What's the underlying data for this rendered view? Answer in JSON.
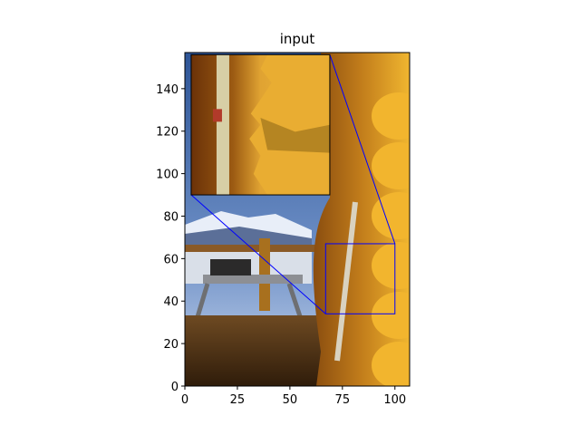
{
  "chart_data": {
    "type": "image",
    "title": "input",
    "xlim": [
      0,
      107
    ],
    "ylim": [
      0,
      157
    ],
    "x_ticks": [
      0,
      25,
      50,
      75,
      100
    ],
    "y_ticks": [
      0,
      20,
      40,
      60,
      80,
      100,
      120,
      140
    ],
    "zoom_region": {
      "x0": 67,
      "x1": 100,
      "y0": 34,
      "y1": 67
    },
    "inset_region": {
      "x0": 3,
      "x1": 69,
      "y0": 90,
      "y1": 156
    },
    "connector_color": "#0000ff",
    "grid": false
  }
}
